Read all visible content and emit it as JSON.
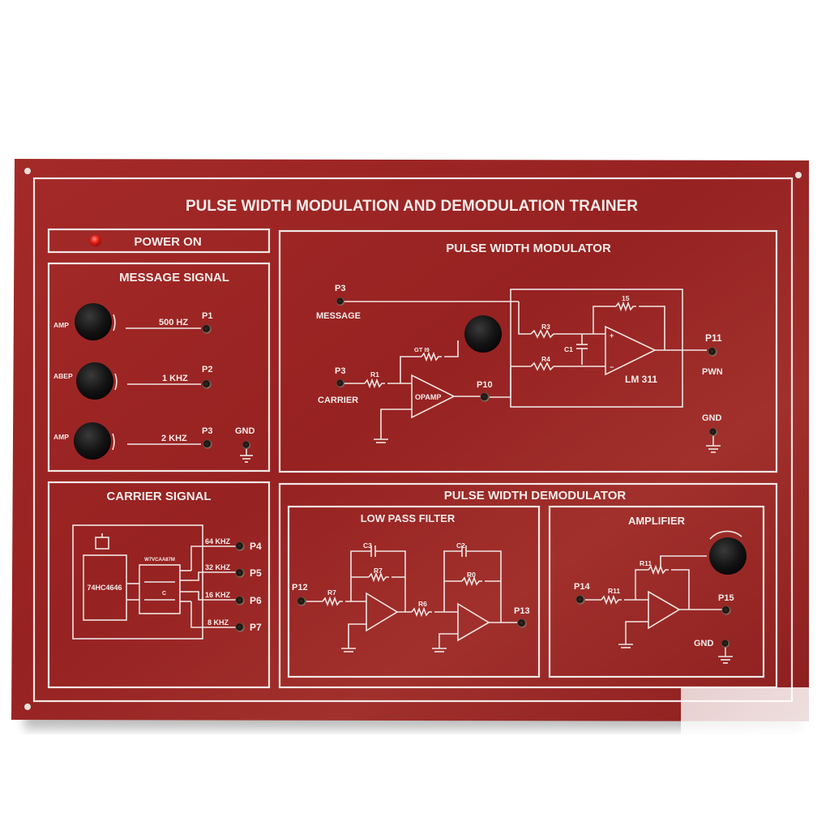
{
  "board": {
    "title": "PULSE WIDTH MODULATION AND DEMODULATION TRAINER",
    "colors": {
      "board": "#9c2524",
      "board_dark": "#7f1a1a",
      "silkscreen": "#f1e9e7",
      "led": "#e01010",
      "knob": "#151515"
    },
    "power": {
      "label": "POWER ON"
    },
    "message_signal": {
      "title": "MESSAGE SIGNAL",
      "knob_labels": [
        "AMP",
        "ABEP",
        "AMP"
      ],
      "frequencies": [
        "500 HZ",
        "1 KHZ",
        "2 KHZ"
      ],
      "ports": [
        "P1",
        "P2",
        "P3"
      ],
      "gnd": "GND"
    },
    "carrier_signal": {
      "title": "CARRIER SIGNAL",
      "chip": "74HC4646",
      "switch_chip": "W7VCAA87M",
      "cap": "C",
      "frequencies": [
        "64 KHZ",
        "32 KHZ",
        "16 KHZ",
        "8 KHZ"
      ],
      "ports": [
        "P4",
        "P5",
        "P6",
        "P7"
      ]
    },
    "modulator": {
      "title": "PULSE WIDTH MODULATOR",
      "message_port": "P3",
      "message_label": "MESSAGE",
      "carrier_port": "P3",
      "carrier_label": "CARRIER",
      "r1": "R1",
      "pot": "GT I9",
      "opamp": "OPAMP",
      "p10": "P10",
      "r3": "R3",
      "r4": "R4",
      "c1": "C1",
      "r15": "15",
      "comparator": "LM 311",
      "out_port": "P11",
      "out_label": "PWN",
      "gnd": "GND"
    },
    "demodulator": {
      "title": "PULSE WIDTH DEMODULATOR",
      "lpf": {
        "title": "LOW PASS FILTER",
        "in_port": "P12",
        "r7a": "R7",
        "c3": "C3",
        "r7b": "R7",
        "r6": "R6",
        "c2": "C2",
        "r0": "R0",
        "out_port": "P13"
      },
      "amp": {
        "title": "AMPLIFIER",
        "in_port": "P14",
        "r11a": "R11",
        "r11b": "R11",
        "out_port": "P15",
        "gnd": "GND"
      }
    }
  }
}
